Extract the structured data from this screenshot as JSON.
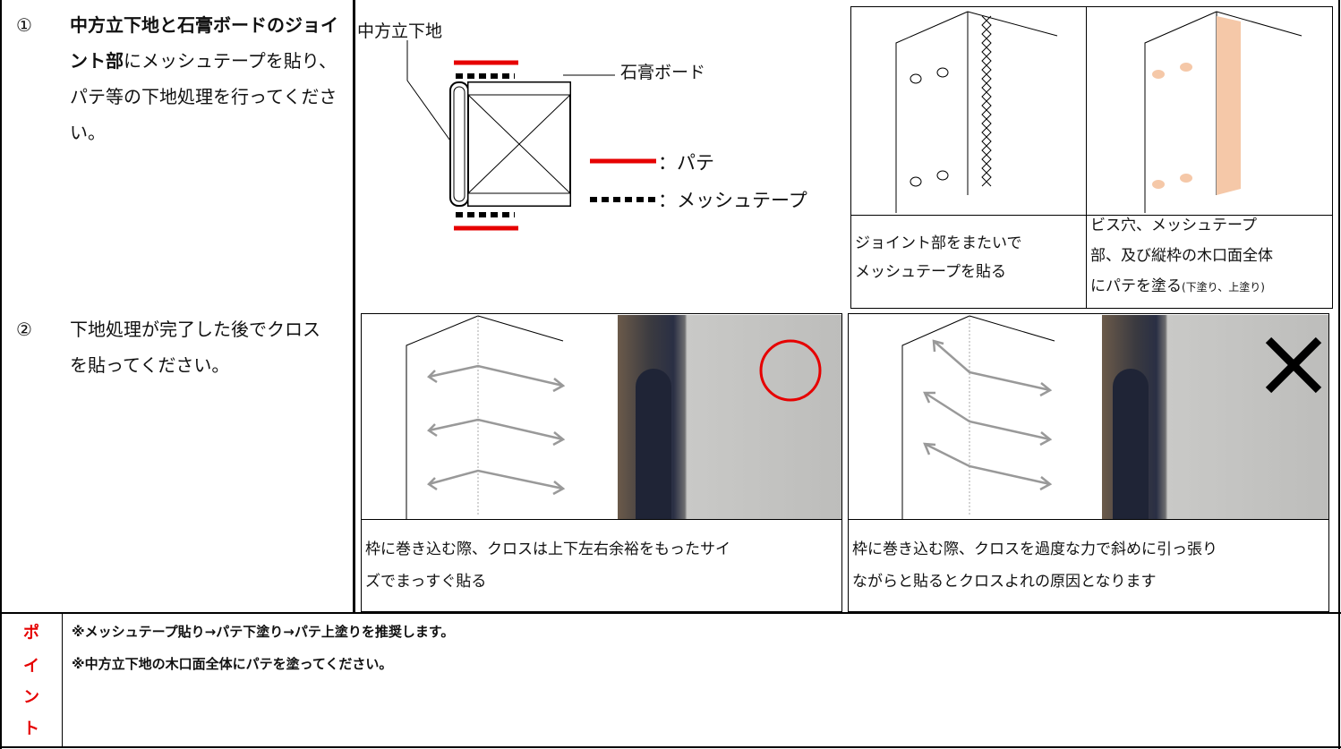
{
  "steps": [
    {
      "num": "①",
      "bold": "中方立下地と石膏ボードのジョイント部",
      "rest": "にメッシュテープを貼り、パテ等の下地処理を行ってください。"
    },
    {
      "num": "②",
      "text": "下地処理が完了した後でクロスを貼ってください。"
    }
  ],
  "diagram": {
    "label_stud": "中方立下地",
    "label_board": "石膏ボード",
    "legend_putty": "：パテ",
    "legend_mesh": "：メッシュテープ",
    "colors": {
      "putty": "#e60000",
      "mesh": "#000000",
      "skin": "#f5c8a8"
    }
  },
  "captions": {
    "joint": [
      "ジョイント部をまたいで",
      "メッシュテープを貼る"
    ],
    "putty_lines": [
      "ビス穴、メッシュテープ",
      "部、及び縦枠の木口面全体"
    ],
    "putty_last": "にパテを塗る",
    "putty_small": "(下塗り、上塗り)",
    "good": [
      "枠に巻き込む際、クロスは上下左右余裕をもったサイ",
      "ズでまっすぐ貼る"
    ],
    "bad": [
      "枠に巻き込む際、クロスを過度な力で斜めに引っ張り",
      "ながらと貼るとクロスよれの原因となります"
    ]
  },
  "point": {
    "label_chars": [
      "ポ",
      "イ",
      "ン",
      "ト"
    ],
    "lines": [
      "※メッシュテープ貼り→パテ下塗り→パテ上塗りを推奨します。",
      "※中方立下地の木口面全体にパテを塗ってください。"
    ]
  }
}
